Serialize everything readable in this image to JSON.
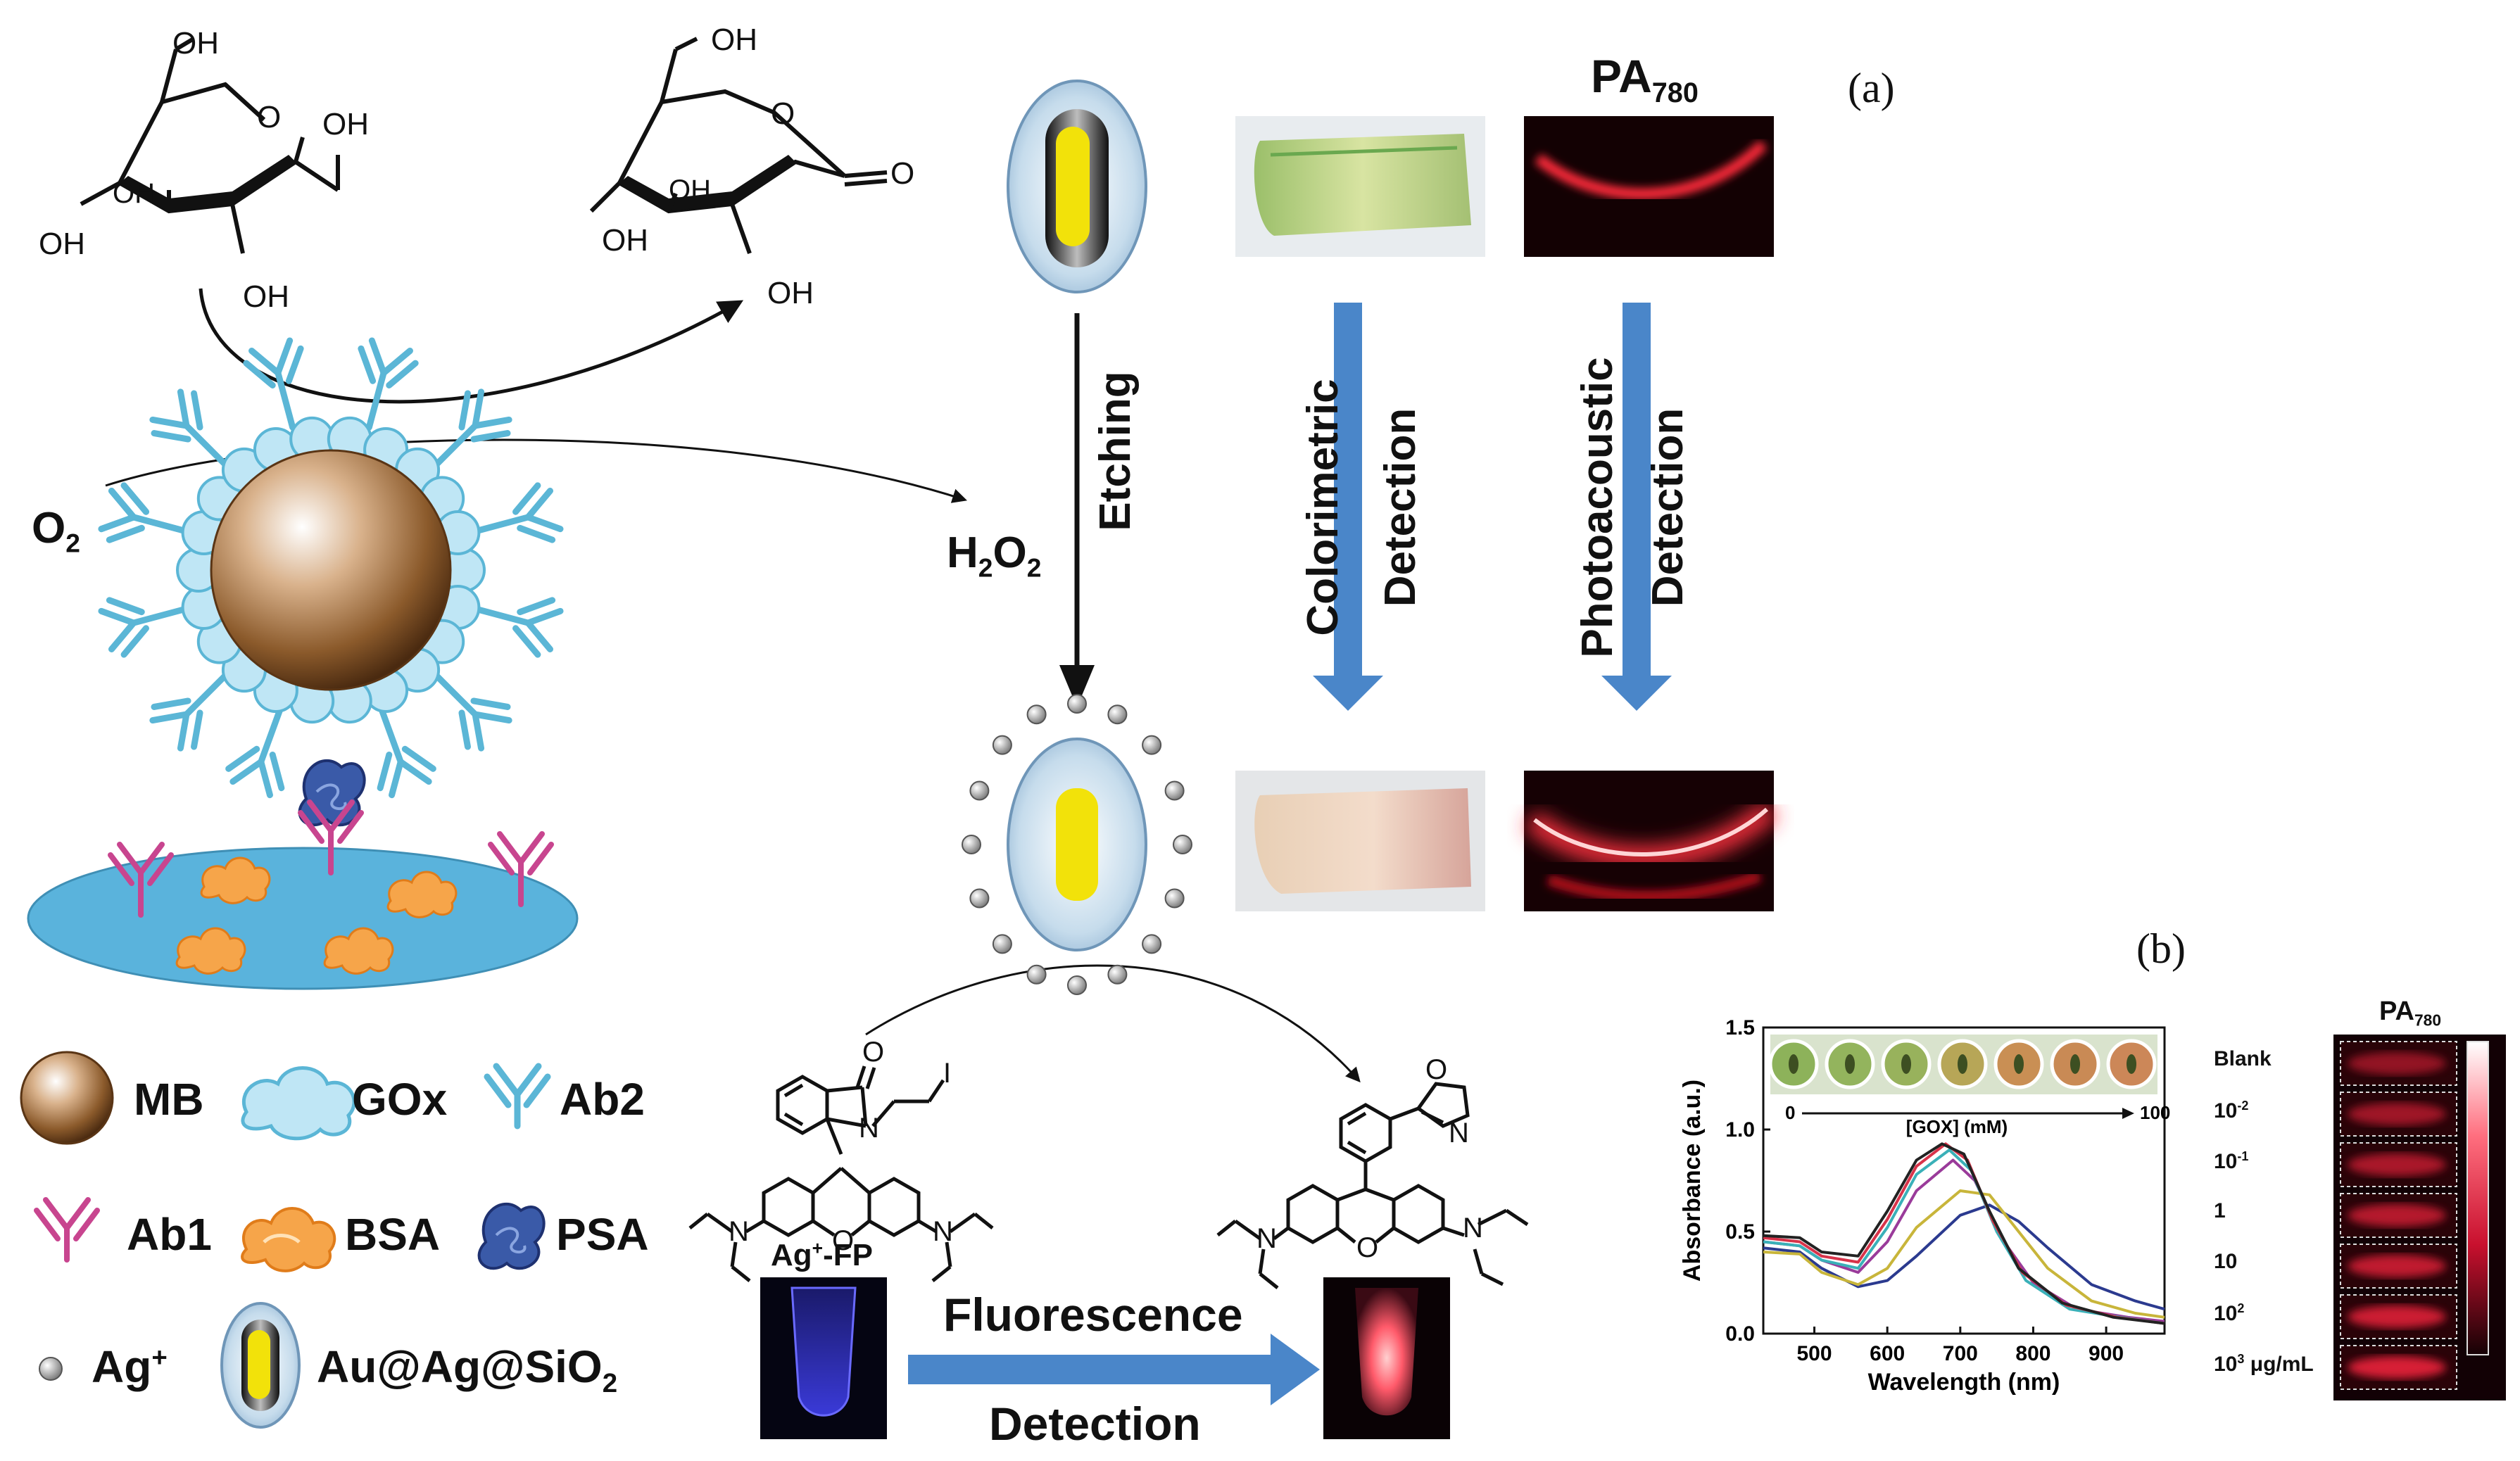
{
  "panel_labels": {
    "a": "(a)",
    "b": "(b)"
  },
  "glucose": {
    "oh_labels": [
      "OH",
      "OH",
      "OH",
      "OH",
      "OH"
    ]
  },
  "gluconolactone": {
    "oh_labels": [
      "OH",
      "OH",
      "OH",
      "OH"
    ],
    "carbonyl_o": "O"
  },
  "ring_o": "O",
  "o2_label": "O2",
  "h2o2_label": "H2O2",
  "etching_label": "Etching",
  "colorimetric": {
    "line1": "Colorimetric",
    "line2": "Detection"
  },
  "photoacoustic": {
    "line1": "Photoacoustic",
    "line2": "Detection"
  },
  "pa_title": {
    "main": "PA",
    "sub": "780"
  },
  "legend": {
    "mb": "MB",
    "gox": "GOx",
    "ab2": "Ab2",
    "ab1": "Ab1",
    "bsa": "BSA",
    "psa": "PSA",
    "ag": "Ag+",
    "core_shell": "Au@Ag@SiO2"
  },
  "probe": {
    "label": "Ag+-FP",
    "iodide": "I",
    "carbonyl_o": "O",
    "xanthene_o": "O",
    "n_labels": [
      "N",
      "N",
      "N"
    ]
  },
  "product": {
    "oxazoline_o": "O",
    "oxazoline_n": "N",
    "xanthene_o": "O",
    "n_labels": [
      "N",
      "N"
    ]
  },
  "fluorescence": {
    "line1": "Fluorescence",
    "line2": "Detection"
  },
  "colors": {
    "blue_arrow": "#4a86c9",
    "antibody_blue": "#5bb6d6",
    "antibody_magenta": "#c8458f",
    "chip": "#5ab3dc",
    "gox_cloud": "#bfe6f5",
    "bsa_orange": "#f6a54a",
    "psa_blue": "#3a5aa8",
    "mb_brown": "#8b5a2b",
    "rod_yellow": "#f2e20a",
    "pa_red": "#e8203a"
  },
  "chart_data": {
    "type": "line",
    "xlabel": "Wavelength (nm)",
    "ylabel": "Absorbance (a.u.)",
    "xlim": [
      430,
      980
    ],
    "ylim": [
      0,
      1.5
    ],
    "xticks": [
      500,
      600,
      700,
      800,
      900
    ],
    "yticks": [
      0.0,
      0.5,
      1.0,
      1.5
    ],
    "inset": {
      "start": "0",
      "end": "100",
      "caption": "[GOX] (mM)",
      "well_colors": [
        "#8db25a",
        "#93b45d",
        "#98b25c",
        "#b7a657",
        "#c98f54",
        "#c98a55",
        "#cc8758"
      ]
    },
    "series": [
      {
        "color": "#2b3a8f",
        "x": [
          430,
          480,
          510,
          560,
          600,
          640,
          700,
          740,
          780,
          820,
          880,
          940,
          980
        ],
        "y": [
          0.42,
          0.4,
          0.32,
          0.23,
          0.26,
          0.38,
          0.58,
          0.63,
          0.55,
          0.42,
          0.24,
          0.16,
          0.12
        ]
      },
      {
        "color": "#c8b53a",
        "x": [
          430,
          480,
          510,
          560,
          600,
          640,
          700,
          740,
          780,
          820,
          880,
          940,
          980
        ],
        "y": [
          0.4,
          0.39,
          0.3,
          0.24,
          0.32,
          0.52,
          0.7,
          0.68,
          0.5,
          0.32,
          0.16,
          0.1,
          0.08
        ]
      },
      {
        "color": "#9a3b9a",
        "x": [
          430,
          480,
          510,
          560,
          600,
          640,
          690,
          720,
          760,
          800,
          860,
          930,
          980
        ],
        "y": [
          0.45,
          0.43,
          0.36,
          0.3,
          0.45,
          0.7,
          0.85,
          0.75,
          0.45,
          0.25,
          0.12,
          0.08,
          0.06
        ]
      },
      {
        "color": "#3ab0b8",
        "x": [
          430,
          480,
          510,
          560,
          600,
          640,
          685,
          715,
          750,
          790,
          850,
          920,
          980
        ],
        "y": [
          0.45,
          0.43,
          0.36,
          0.32,
          0.52,
          0.78,
          0.9,
          0.8,
          0.5,
          0.26,
          0.12,
          0.08,
          0.05
        ]
      },
      {
        "color": "#d8334a",
        "x": [
          430,
          480,
          510,
          560,
          600,
          640,
          680,
          710,
          745,
          785,
          845,
          915,
          980
        ],
        "y": [
          0.47,
          0.45,
          0.38,
          0.35,
          0.56,
          0.82,
          0.93,
          0.85,
          0.55,
          0.3,
          0.14,
          0.08,
          0.05
        ]
      },
      {
        "color": "#222222",
        "x": [
          430,
          480,
          510,
          560,
          600,
          640,
          675,
          705,
          740,
          780,
          840,
          910,
          980
        ],
        "y": [
          0.48,
          0.47,
          0.4,
          0.38,
          0.6,
          0.85,
          0.93,
          0.88,
          0.6,
          0.32,
          0.15,
          0.08,
          0.05
        ]
      }
    ]
  },
  "pa_strip": {
    "title_main": "PA",
    "title_sub": "780",
    "labels": [
      "Blank",
      "10-2",
      "10-1",
      "1",
      "10",
      "102",
      "103 μg/mL"
    ],
    "label_parts": [
      {
        "base": "Blank",
        "sup": ""
      },
      {
        "base": "10",
        "sup": "-2"
      },
      {
        "base": "10",
        "sup": "-1"
      },
      {
        "base": "1",
        "sup": ""
      },
      {
        "base": "10",
        "sup": ""
      },
      {
        "base": "10",
        "sup": "2"
      },
      {
        "base": "10",
        "sup": "3",
        "suffix": " μg/mL"
      }
    ]
  }
}
